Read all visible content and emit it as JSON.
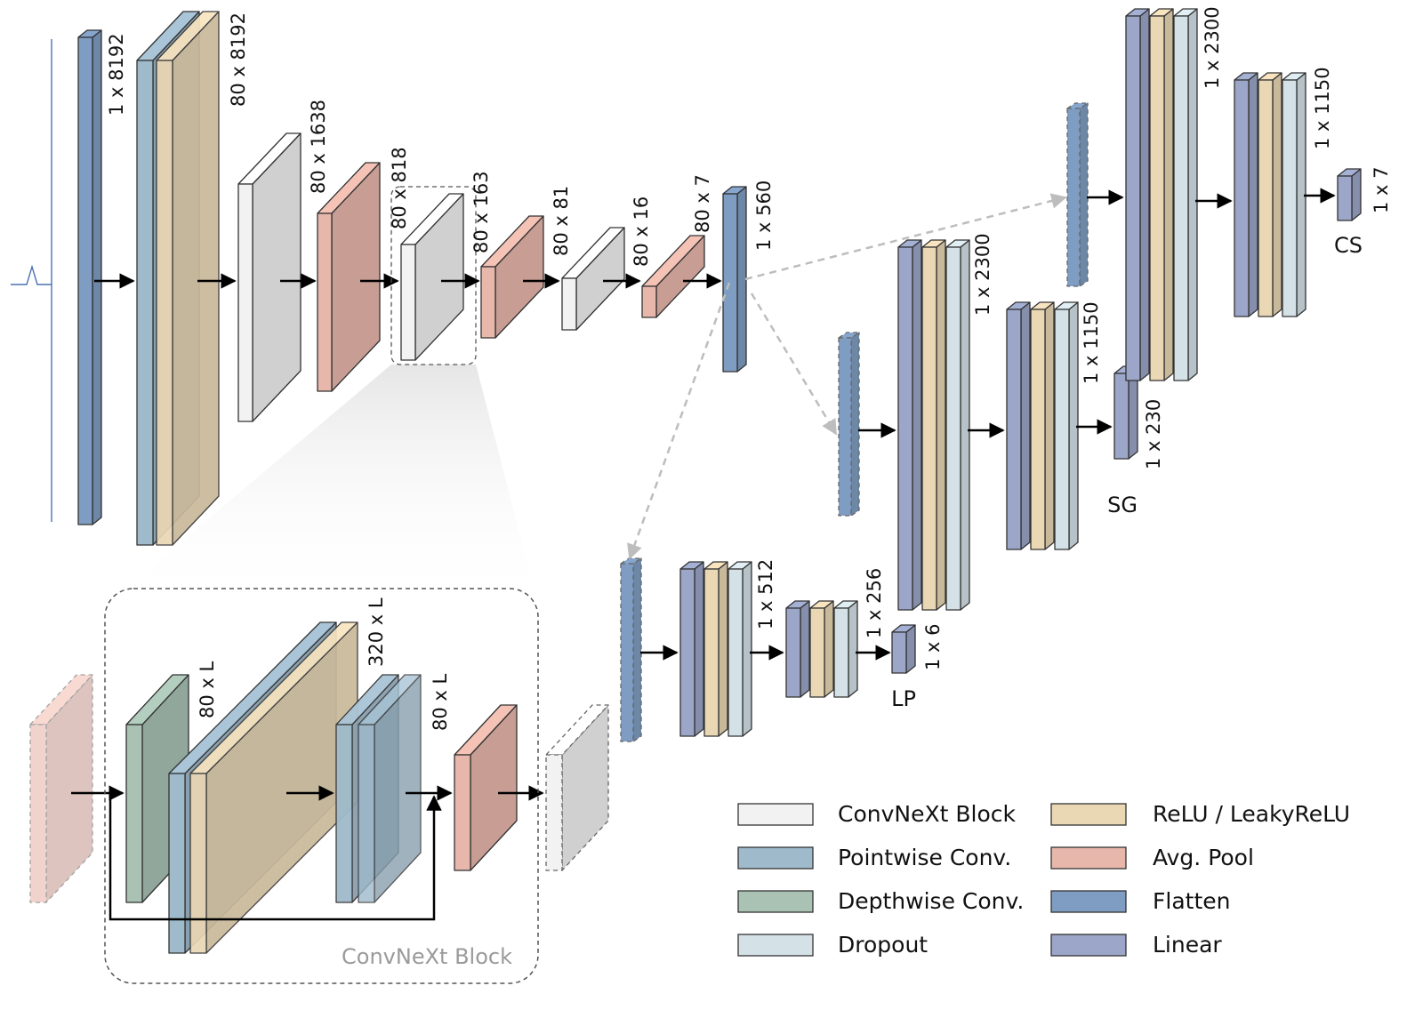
{
  "colors": {
    "convnext": "#f2f2f2",
    "pointwise": "#9fbacb",
    "depthwise": "#a9c2b4",
    "dropout": "#d4e1e7",
    "relu": "#ead7b4",
    "avgpool": "#e7b7ac",
    "flatten": "#7f9dc2",
    "linear": "#9ba6c8",
    "arrow": "#000000",
    "dashed_arrow": "#bdbdbd"
  },
  "labels": {
    "input": "1 x 8192",
    "conv_stem": "80 x 8192",
    "block1": "80 x 1638",
    "pool1": "80 x 818",
    "block2": "80 x 163",
    "pool2": "80 x 81",
    "block3": "80 x 16",
    "pool3": "80 x 7",
    "flatten": "1 x 560",
    "lp_hidden1": "1 x 512",
    "lp_hidden2": "1 x 256",
    "lp_out": "1 x 6",
    "sg_hidden1": "1 x 2300",
    "sg_hidden2": "1 x 1150",
    "sg_out": "1 x 230",
    "cs_hidden1": "1 x 2300",
    "cs_hidden2": "1 x 1150",
    "cs_out": "1 x 7",
    "block_in": "80 x L",
    "block_expand": "320 x L",
    "block_out": "80 x L"
  },
  "heads": {
    "lp": "LP",
    "sg": "SG",
    "cs": "CS"
  },
  "inset_title": "ConvNeXt Block",
  "legend": [
    {
      "label": "ConvNeXt Block",
      "color_key": "convnext"
    },
    {
      "label": "Pointwise Conv.",
      "color_key": "pointwise"
    },
    {
      "label": "Depthwise Conv.",
      "color_key": "depthwise"
    },
    {
      "label": "Dropout",
      "color_key": "dropout"
    },
    {
      "label": "ReLU / LeakyReLU",
      "color_key": "relu"
    },
    {
      "label": "Avg. Pool",
      "color_key": "avgpool"
    },
    {
      "label": "Flatten",
      "color_key": "flatten"
    },
    {
      "label": "Linear",
      "color_key": "linear"
    }
  ]
}
